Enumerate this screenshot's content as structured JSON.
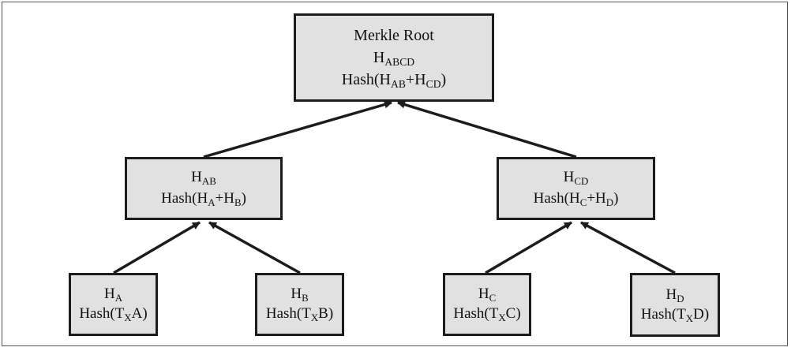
{
  "nodes": {
    "root": {
      "title": "Merkle Root",
      "h": "H",
      "h_sub": "ABCD",
      "hash_pre": "Hash(H",
      "hash_sub1": "AB",
      "hash_mid": "+H",
      "hash_sub2": "CD",
      "hash_post": ")"
    },
    "hab": {
      "h": "H",
      "h_sub": "AB",
      "hash_pre": "Hash(H",
      "hash_sub1": "A",
      "hash_mid": "+H",
      "hash_sub2": "B",
      "hash_post": ")"
    },
    "hcd": {
      "h": "H",
      "h_sub": "CD",
      "hash_pre": "Hash(H",
      "hash_sub1": "C",
      "hash_mid": "+H",
      "hash_sub2": "D",
      "hash_post": ")"
    },
    "ha": {
      "h": "H",
      "h_sub": "A",
      "hash_pre": "Hash(T",
      "hash_sub": "X",
      "hash_post": "A)"
    },
    "hb": {
      "h": "H",
      "h_sub": "B",
      "hash_pre": "Hash(T",
      "hash_sub": "X",
      "hash_post": "B)"
    },
    "hc": {
      "h": "H",
      "h_sub": "C",
      "hash_pre": "Hash(T",
      "hash_sub": "X",
      "hash_post": "C)"
    },
    "hd": {
      "h": "H",
      "h_sub": "D",
      "hash_pre": "Hash(T",
      "hash_sub": "X",
      "hash_post": "D)"
    }
  },
  "colors": {
    "node_fill": "#e1e1e1",
    "stroke": "#1c1c1c"
  }
}
